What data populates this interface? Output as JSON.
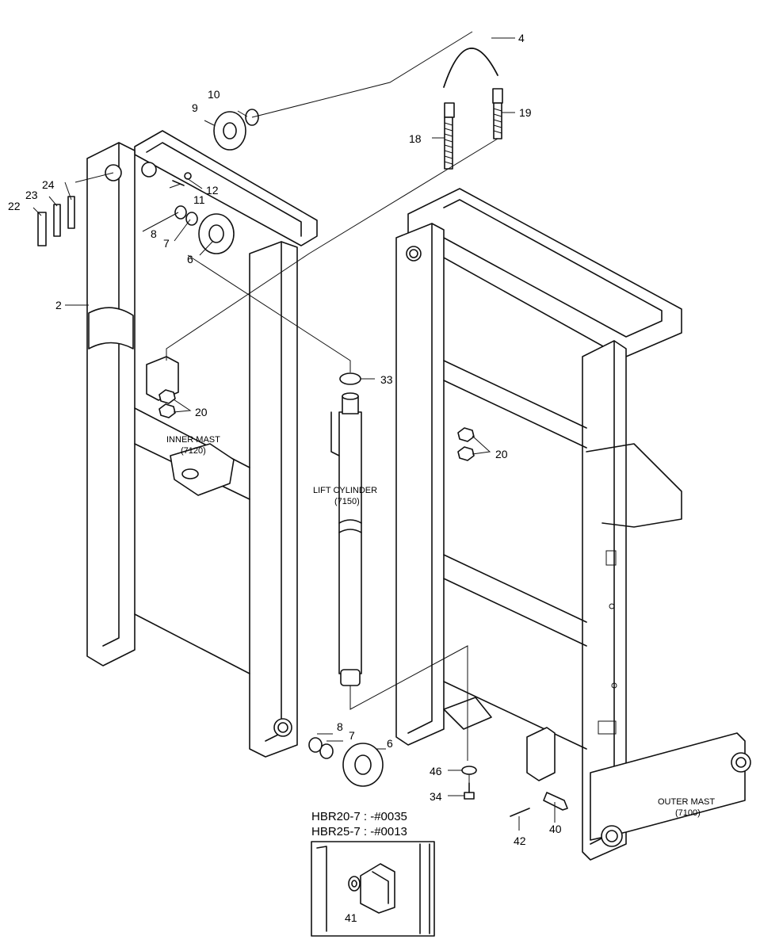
{
  "part_numbers": {
    "p2": "2",
    "p4": "4",
    "p6a": "6",
    "p6b": "6",
    "p7a": "7",
    "p7b": "7",
    "p8a": "8",
    "p8b": "8",
    "p9": "9",
    "p10": "10",
    "p11": "11",
    "p12": "12",
    "p18": "18",
    "p19": "19",
    "p20a": "20",
    "p20b": "20",
    "p22": "22",
    "p23": "23",
    "p24": "24",
    "p33": "33",
    "p34": "34",
    "p40": "40",
    "p41": "41",
    "p42": "42",
    "p46": "46"
  },
  "assemblies": {
    "inner_mast": {
      "name": "INNER MAST",
      "code": "(7120)"
    },
    "lift_cylinder": {
      "name": "LIFT CYLINDER",
      "code": "(7150)"
    },
    "outer_mast": {
      "name": "OUTER MAST",
      "code": "(7100)"
    }
  },
  "inset_notes": {
    "line1": "HBR20-7 : -#0035",
    "line2": "HBR25-7 : -#0013"
  }
}
